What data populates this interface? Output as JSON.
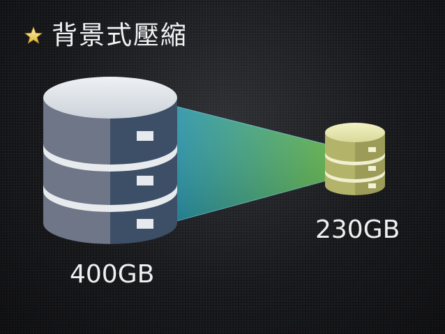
{
  "slide": {
    "title": "背景式壓縮",
    "bullet_icon": "star-icon",
    "bullet_color": "#f4d75c"
  },
  "diagram": {
    "source": {
      "label": "400GB",
      "icon": "database-icon",
      "color": "#3d4f66"
    },
    "target": {
      "label": "230GB",
      "icon": "database-icon",
      "color": "#b3b36a"
    },
    "connector_colors": [
      "#2d9db3",
      "#5eb85a"
    ]
  }
}
